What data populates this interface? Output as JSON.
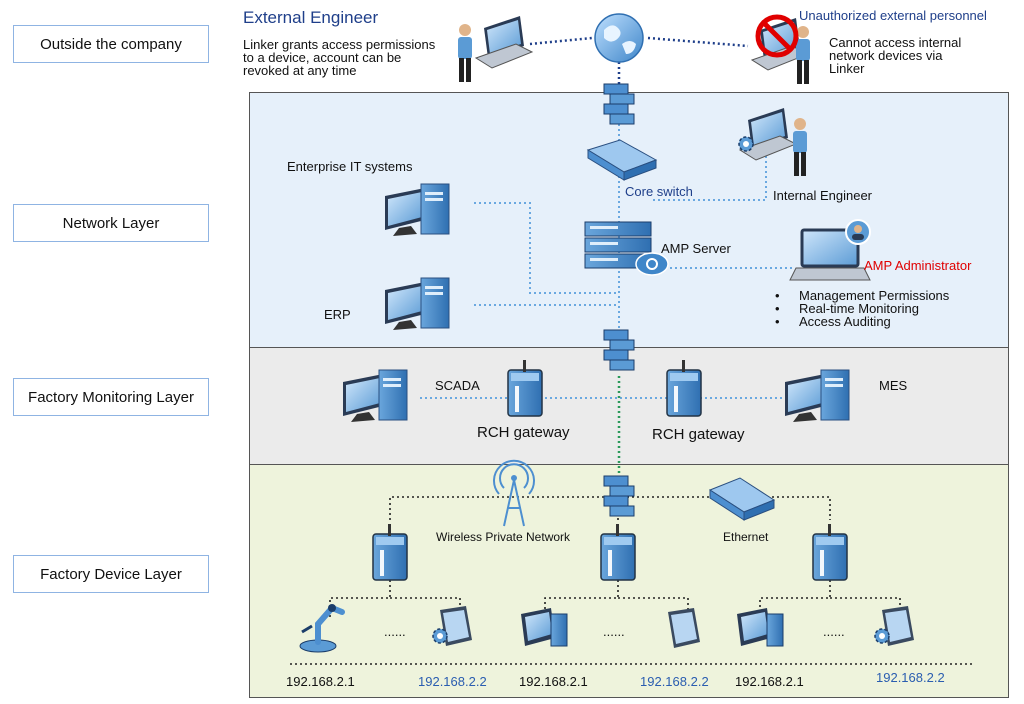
{
  "layers": {
    "outside": "Outside the company",
    "network": "Network Layer",
    "monitoring": "Factory Monitoring Layer",
    "device": "Factory Device Layer"
  },
  "external": {
    "title": "External Engineer",
    "desc_line1": "Linker grants access permissions",
    "desc_line2": "to a device, account can be",
    "desc_line3": "revoked at any time",
    "unauth_title": "Unauthorized external personnel",
    "unauth_line1": "Cannot access internal",
    "unauth_line2": "network devices via",
    "unauth_line3": "Linker"
  },
  "network": {
    "enterprise_it": "Enterprise IT systems",
    "erp": "ERP",
    "core_switch": "Core switch",
    "internal_engineer": "Internal Engineer",
    "amp_server": "AMP Server",
    "amp_admin": "AMP Administrator",
    "features": [
      "Management Permissions",
      "Real-time Monitoring",
      "Access Auditing"
    ]
  },
  "monitoring": {
    "scada": "SCADA",
    "mes": "MES",
    "rch_gateway_1": "RCH gateway",
    "rch_gateway_2": "RCH gateway"
  },
  "device": {
    "wireless": "Wireless Private Network",
    "ethernet": "Ethernet",
    "ellipsis": "......",
    "ips": [
      "192.168.2.1",
      "192.168.2.2",
      "192.168.2.1",
      "192.168.2.2",
      "192.168.2.1",
      "192.168.2.2"
    ]
  },
  "colors": {
    "network_bg": "#e6f0fa",
    "monitoring_bg": "#ebebeb",
    "device_bg": "#eef3dc",
    "accent_blue": "#1f3f8a",
    "ip_blue": "#2a5db0",
    "admin_red": "#e00000",
    "box_border": "#8fb4e3"
  }
}
